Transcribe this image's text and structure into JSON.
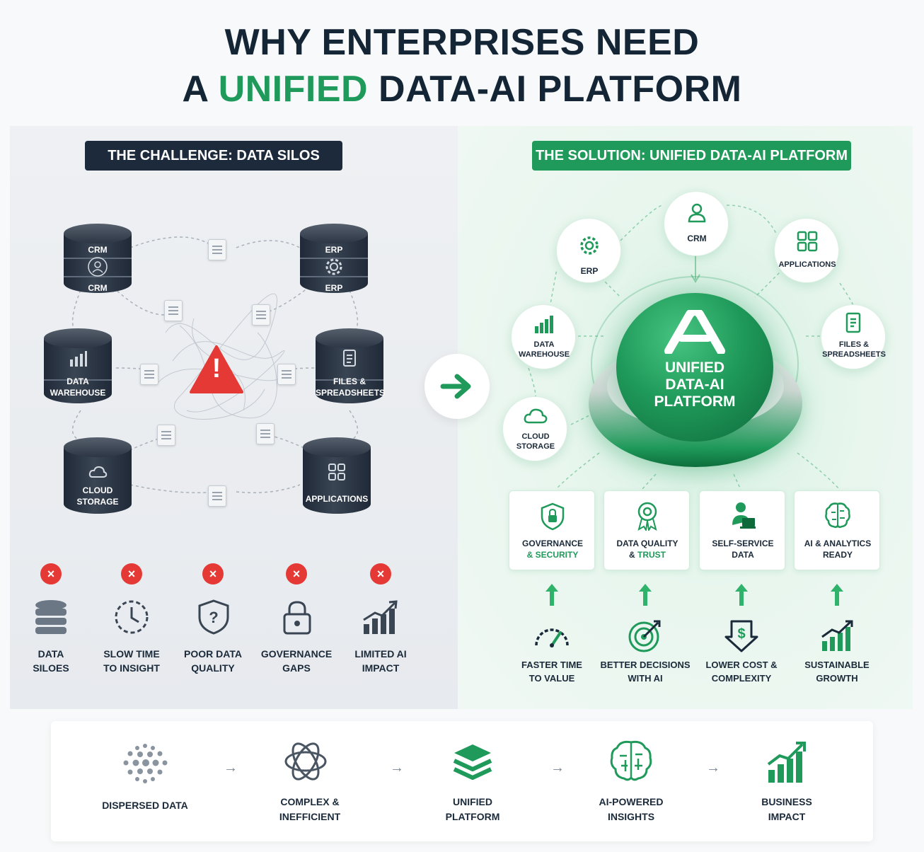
{
  "title": {
    "line1": "WHY ENTERPRISES NEED",
    "line2_prefix": "A ",
    "line2_accent": "UNIFIED",
    "line2_suffix": " DATA-AI PLATFORM"
  },
  "challenge": {
    "banner": "THE CHALLENGE: DATA SILOS",
    "cylinders": [
      {
        "top": "CRM",
        "bottom": "CRM",
        "icon": "user-icon"
      },
      {
        "top": "ERP",
        "bottom": "ERP",
        "icon": "gear-icon"
      },
      {
        "line1": "DATA",
        "line2": "WAREHOUSE",
        "icon": "bar-chart-icon"
      },
      {
        "line1": "FILES &",
        "line2": "SPREADSHEETS",
        "icon": "document-icon"
      },
      {
        "line1": "CLOUD",
        "line2": "STORAGE",
        "icon": "cloud-icon"
      },
      {
        "line1": "APPLICATIONS",
        "icon": "apps-grid-icon"
      }
    ],
    "problems": [
      {
        "line1": "DATA",
        "line2": "SILOES",
        "icon": "database-icon"
      },
      {
        "line1": "SLOW TIME",
        "line2": "TO INSIGHT",
        "icon": "clock-icon"
      },
      {
        "line1": "POOR DATA",
        "line2": "QUALITY",
        "icon": "shield-question-icon"
      },
      {
        "line1": "GOVERNANCE",
        "line2": "GAPS",
        "icon": "lock-icon"
      },
      {
        "line1": "LIMITED AI",
        "line2": "IMPACT",
        "icon": "growth-chart-icon"
      }
    ],
    "x_mark": "×",
    "warning_mark": "!"
  },
  "solution": {
    "banner": "THE SOLUTION: UNIFIED DATA-AI PLATFORM",
    "hub": {
      "line1": "UNIFIED",
      "line2": "DATA-AI",
      "line3": "PLATFORM"
    },
    "nodes": [
      {
        "line1": "CRM",
        "icon": "user-icon"
      },
      {
        "line1": "ERP",
        "icon": "gear-icon"
      },
      {
        "line1": "APPLICATIONS",
        "icon": "apps-grid-icon"
      },
      {
        "line1": "DATA",
        "line2": "WAREHOUSE",
        "icon": "bar-chart-icon"
      },
      {
        "line1": "FILES &",
        "line2": "SPREADSHEETS",
        "icon": "document-icon"
      },
      {
        "line1": "CLOUD",
        "line2": "STORAGE",
        "icon": "cloud-icon"
      }
    ],
    "capabilities": [
      {
        "line1": "GOVERNANCE",
        "line2": "& SECURITY",
        "icon": "shield-lock-icon"
      },
      {
        "line1": "DATA QUALITY",
        "line2_prefix": "& ",
        "line2_accent": "TRUST",
        "icon": "badge-icon"
      },
      {
        "line1": "SELF-SERVICE",
        "line2": "DATA",
        "icon": "user-laptop-icon"
      },
      {
        "line1": "AI & ANALYTICS",
        "line2": "READY",
        "icon": "brain-icon"
      }
    ],
    "benefits": [
      {
        "line1": "FASTER TIME",
        "line2": "TO VALUE",
        "icon": "speedometer-icon"
      },
      {
        "line1": "BETTER DECISIONS",
        "line2": "WITH AI",
        "icon": "target-icon"
      },
      {
        "line1": "LOWER COST &",
        "line2": "COMPLEXITY",
        "icon": "dollar-down-icon"
      },
      {
        "line1": "SUSTAINABLE",
        "line2": "GROWTH",
        "icon": "growth-chart-icon"
      }
    ]
  },
  "flow": {
    "steps": [
      {
        "line1": "DISPERSED DATA",
        "icon": "scatter-dots-icon"
      },
      {
        "line1": "COMPLEX &",
        "line2": "INEFFICIENT",
        "icon": "tangled-loops-icon"
      },
      {
        "line1": "UNIFIED",
        "line2": "PLATFORM",
        "icon": "layers-icon"
      },
      {
        "line1": "AI-POWERED",
        "line2": "INSIGHTS",
        "icon": "brain-icon"
      },
      {
        "line1": "BUSINESS",
        "line2": "IMPACT",
        "icon": "growth-chart-icon"
      }
    ],
    "arrow": "→"
  },
  "colors": {
    "accent": "#1f9a5a",
    "dark": "#1d2a3c",
    "danger": "#e53935"
  }
}
